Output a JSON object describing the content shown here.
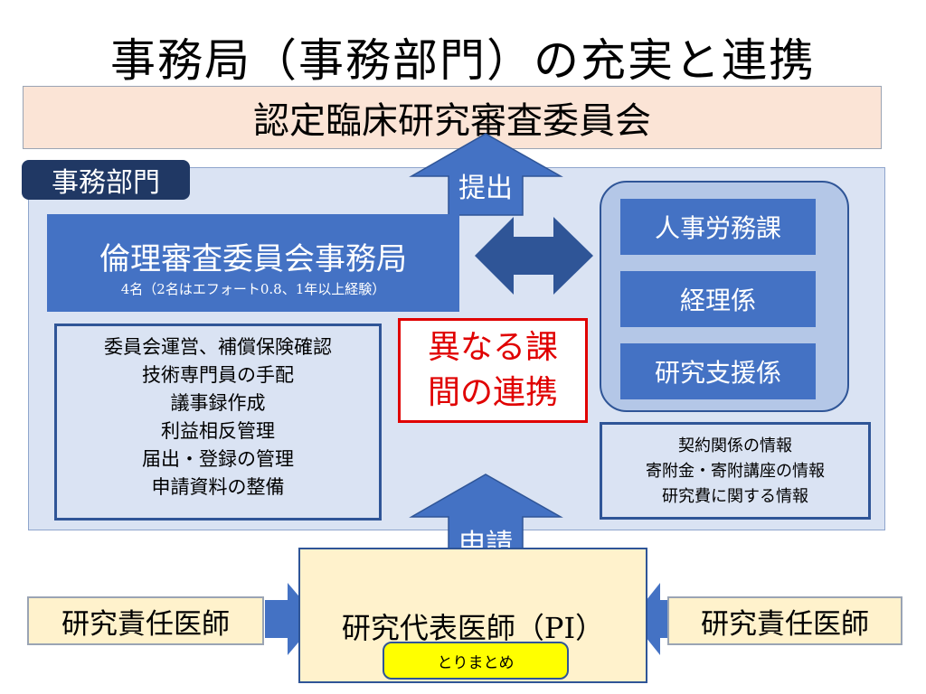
{
  "title": "事務局（事務部門）の充実と連携",
  "committee": "認定臨床研究審査委員会",
  "section_label": "事務部門",
  "submit_label": "提出",
  "apply_label": "申請",
  "ethics_office": {
    "name": "倫理審査委員会事務局",
    "staff": "4名（2名はエフォート0.8、1年以上経験）"
  },
  "ethics_tasks": [
    "委員会運営、補償保険確認",
    "技術専門員の手配",
    "議事録作成",
    "利益相反管理",
    "届出・登録の管理",
    "申請資料の整備"
  ],
  "cooperation": [
    "異なる課",
    "間の連携"
  ],
  "departments": [
    "人事労務課",
    "経理係",
    "研究支援係"
  ],
  "dept_info": [
    "契約関係の情報",
    "寄附金・寄附講座の情報",
    "研究費に関する情報"
  ],
  "pi": {
    "label": "研究代表医師（PI）",
    "summary": "とりまとめ"
  },
  "responsible_left": "研究責任医師",
  "responsible_right": "研究責任医師",
  "colors": {
    "dark_navy": "#203864",
    "blue": "#4472c4",
    "light_blue": "#dae3f3",
    "salmon": "#fbe4d6",
    "cream": "#fff2cc",
    "red": "#e00000",
    "yellow": "#ffff00"
  }
}
